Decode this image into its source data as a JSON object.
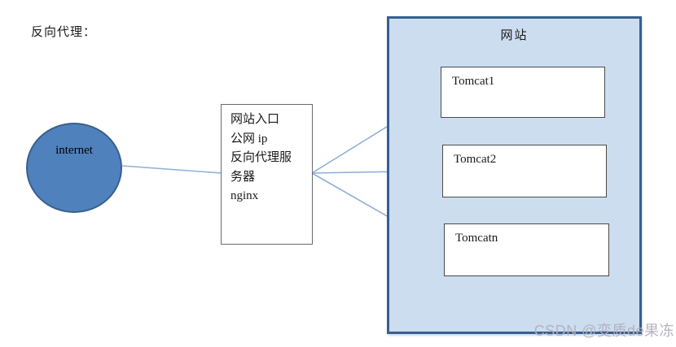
{
  "page": {
    "title_label": "反向代理："
  },
  "colors": {
    "node_fill": "#4f81bd",
    "node_border": "#38608c",
    "group_fill": "#ccddf0",
    "group_border": "#35608f",
    "server_border": "#4a4a4a",
    "proxy_border": "#6a6a6a",
    "connector": "#8fafd9",
    "watermark": "#b2b0bd"
  },
  "diagram": {
    "internet_node": {
      "label": "internet"
    },
    "proxy_node": {
      "lines": [
        "网站入口",
        "公网 ip",
        "反向代理服",
        "务器",
        "nginx"
      ]
    },
    "website_group": {
      "title": "网站",
      "servers": [
        {
          "label": "Tomcat1"
        },
        {
          "label": "Tomcat2"
        },
        {
          "label": "Tomcatn"
        }
      ]
    }
  },
  "watermark": {
    "text": "CSDN @变质de果冻"
  }
}
